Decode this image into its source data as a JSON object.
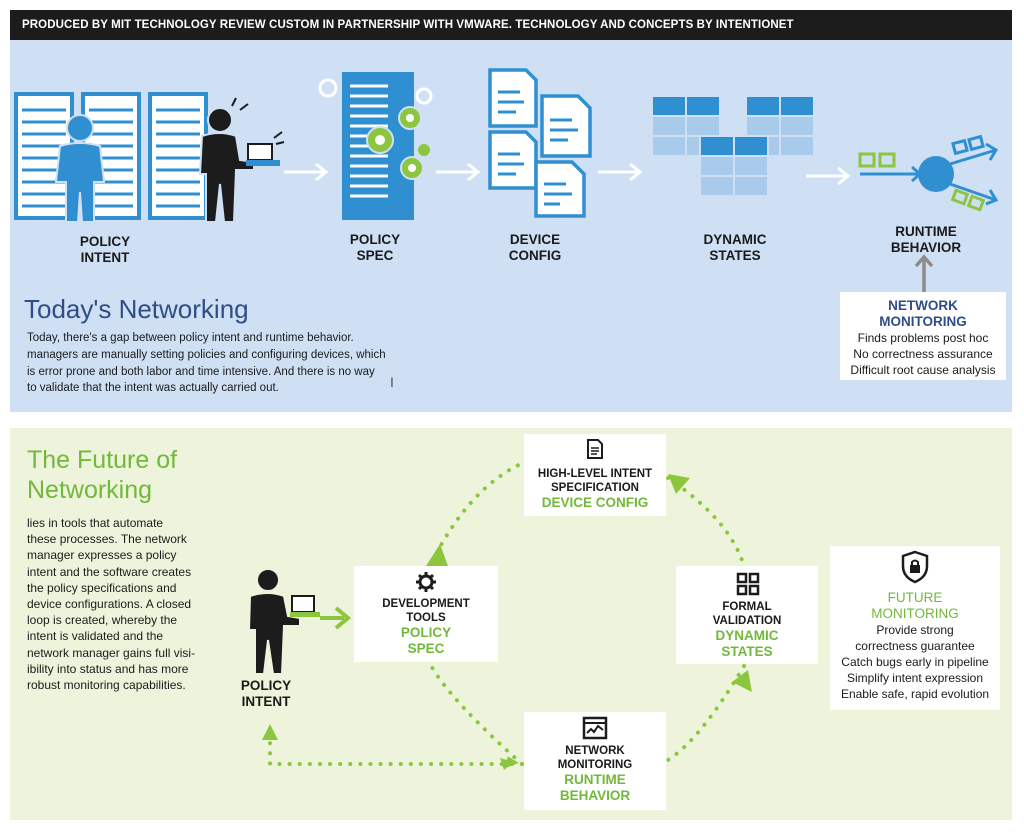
{
  "header": {
    "text": "PRODUCED BY MIT TECHNOLOGY REVIEW CUSTOM IN PARTNERSHIP WITH VMWARE. TECHNOLOGY AND CONCEPTS BY INTENTIONET"
  },
  "today": {
    "heading": "Today's Networking",
    "body": "Today, there's a gap between policy intent and runtime behavior. managers are manually setting policies and configuring devices, which is error prone and both labor and time intensive. And there is no way to validate that the intent was actually carried out.",
    "stages": [
      {
        "line1": "POLICY",
        "line2": "INTENT"
      },
      {
        "line1": "POLICY",
        "line2": "SPEC"
      },
      {
        "line1": "DEVICE",
        "line2": "CONFIG"
      },
      {
        "line1": "DYNAMIC",
        "line2": "STATES"
      },
      {
        "line1": "RUNTIME",
        "line2": "BEHAVIOR"
      }
    ],
    "monitoring": {
      "title1": "NETWORK",
      "title2": "MONITORING",
      "items": [
        "Finds problems post hoc",
        "No correctness assurance",
        "Difficult root cause analysis"
      ]
    }
  },
  "future": {
    "heading1": "The Future of",
    "heading2": "Networking",
    "body_lines": [
      "lies in tools that automate",
      "these processes. The network",
      "manager expresses a policy",
      "intent and the software creates",
      "the policy specifications and",
      "device configurations. A closed",
      "loop is created, whereby the",
      "intent is validated and the",
      "network manager gains full visi-",
      "ibility into status and has more",
      "robust monitoring capabilities."
    ],
    "policy_intent": {
      "line1": "POLICY",
      "line2": "INTENT"
    },
    "nodes": {
      "high_level": {
        "title1": "HIGH-LEVEL INTENT",
        "title2": "SPECIFICATION",
        "sub1": "DEVICE CONFIG"
      },
      "dev_tools": {
        "title1": "DEVELOPMENT",
        "title2": "TOOLS",
        "sub1": "POLICY",
        "sub2": "SPEC"
      },
      "formal": {
        "title1": "FORMAL",
        "title2": "VALIDATION",
        "sub1": "DYNAMIC",
        "sub2": "STATES"
      },
      "netmon": {
        "title1": "NETWORK",
        "title2": "MONITORING",
        "sub1": "RUNTIME",
        "sub2": "BEHAVIOR"
      }
    },
    "monitoring": {
      "title1": "FUTURE",
      "title2": "MONITORING",
      "items": [
        "Provide strong",
        "correctness guarantee",
        "Catch bugs early in pipeline",
        "Simplify intent expression",
        "Enable safe, rapid evolution"
      ]
    }
  },
  "colors": {
    "blue": "#2f8fd0",
    "navy": "#2f4d86",
    "green": "#72b83a",
    "dark": "#1c1c1c"
  }
}
